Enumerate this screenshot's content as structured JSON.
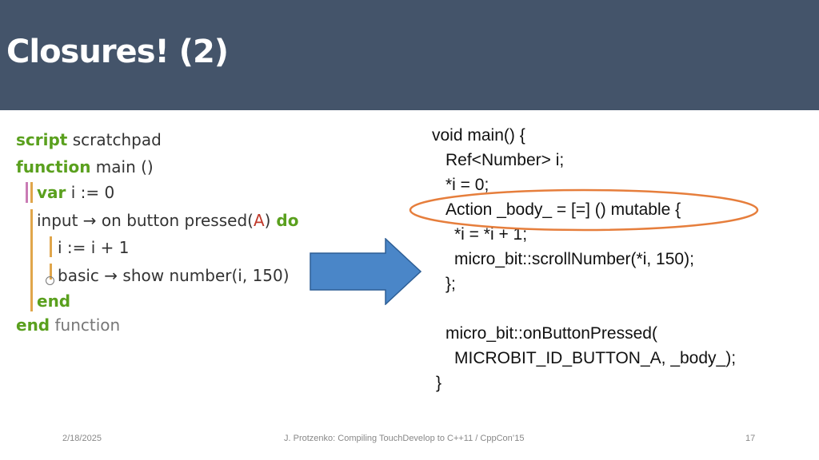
{
  "slide": {
    "title": "Closures! (2)"
  },
  "touchdevelop": {
    "line1": {
      "keyword": "script",
      "rest": " scratchpad"
    },
    "line2": {
      "keyword": "function",
      "rest": " main ()"
    },
    "line3": {
      "keyword": "var",
      "rest": " i := 0"
    },
    "line4": {
      "text": "input → on button pressed(",
      "arg": "A",
      "close": ")",
      "keyword": " do"
    },
    "line5": {
      "text": "i := i + 1"
    },
    "line6": {
      "text": "basic → show number(i, 150)"
    },
    "line7": {
      "keyword": "end"
    },
    "line8": {
      "keyword": "end",
      "rest": " function"
    }
  },
  "cpp_code": [
    "void main() {",
    "  Ref<Number> i;",
    "  *i = 0;",
    "  Action _body_ = [=] () mutable {",
    "    *i = *i + 1;",
    "    micro_bit::scrollNumber(*i, 150);",
    "  };",
    "",
    "  micro_bit::onButtonPressed(",
    "    MICROBIT_ID_BUTTON_A, _body_);",
    "}"
  ],
  "footer": {
    "date": "2/18/2025",
    "credit": "J. Protzenko: Compiling TouchDevelop to C++11 / CppCon’15",
    "page": "17"
  },
  "colors": {
    "header_bg": "#44546a",
    "keyword": "#5aa01e",
    "arrow": "#4a86c8",
    "highlight_oval": "#e67e3c"
  }
}
